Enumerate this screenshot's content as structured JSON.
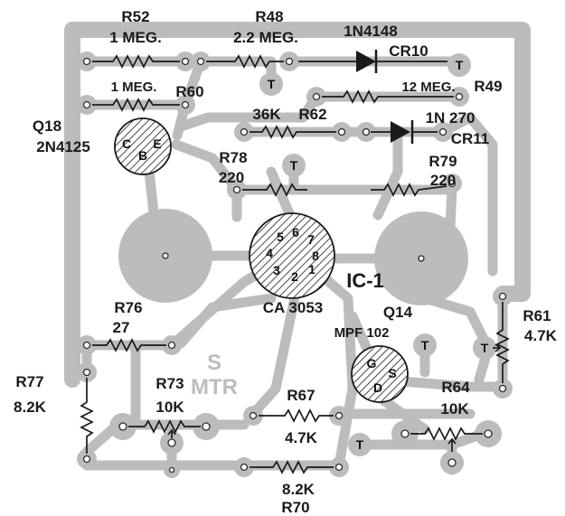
{
  "labels": {
    "r52": "R52",
    "r52_val": "1 MEG.",
    "r48": "R48",
    "r48_val": "2.2 MEG.",
    "d_1n4148": "1N4148",
    "cr10": "CR10",
    "r60_val": "1 MEG.",
    "r60": "R60",
    "r49_val": "12 MEG.",
    "r49": "R49",
    "q18": "Q18",
    "q18_part": "2N4125",
    "r62_val": "36K",
    "r62": "R62",
    "d_1n270": "1N 270",
    "cr11": "CR11",
    "r78": "R78",
    "r78_val": "220",
    "r79": "R79",
    "r79_val": "220",
    "ic1": "IC-1",
    "ic1_part": "CA 3053",
    "r76": "R76",
    "r76_val": "27",
    "q14": "Q14",
    "q14_part": "MPF 102",
    "r61": "R61",
    "r61_val": "4.7K",
    "r77": "R77",
    "r77_val": "8.2K",
    "r73": "R73",
    "r73_val": "10K",
    "r67": "R67",
    "r67_val": "4.7K",
    "r64": "R64",
    "r64_val": "10K",
    "r70_val": "8.2K",
    "r70": "R70"
  },
  "pins": {
    "q18": [
      "C",
      "B",
      "E"
    ],
    "q14": [
      "G",
      "S",
      "D"
    ],
    "ic": [
      "5",
      "6",
      "7",
      "4",
      "8",
      "3",
      "2",
      "1"
    ]
  },
  "terminal": "T",
  "silkscreen": [
    "S",
    "MTR"
  ]
}
